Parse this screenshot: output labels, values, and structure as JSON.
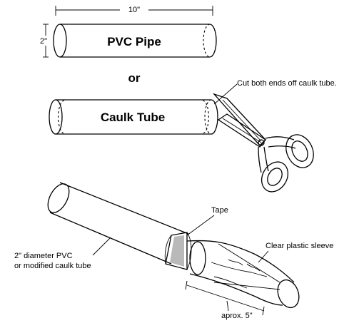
{
  "diagram": {
    "pvc_pipe": {
      "label": "PVC Pipe",
      "length": "10\"",
      "diameter": "2\""
    },
    "or_label": "or",
    "caulk_tube": {
      "label": "Caulk Tube"
    },
    "cut_note": "Cut both ends off caulk tube.",
    "assembly": {
      "tape_label": "Tape",
      "sleeve_label": "Clear plastic sleeve",
      "pipe_label_line1": "2\" diameter PVC",
      "pipe_label_line2": "or modified caulk tube",
      "sleeve_length": "aprox. 5\""
    }
  }
}
